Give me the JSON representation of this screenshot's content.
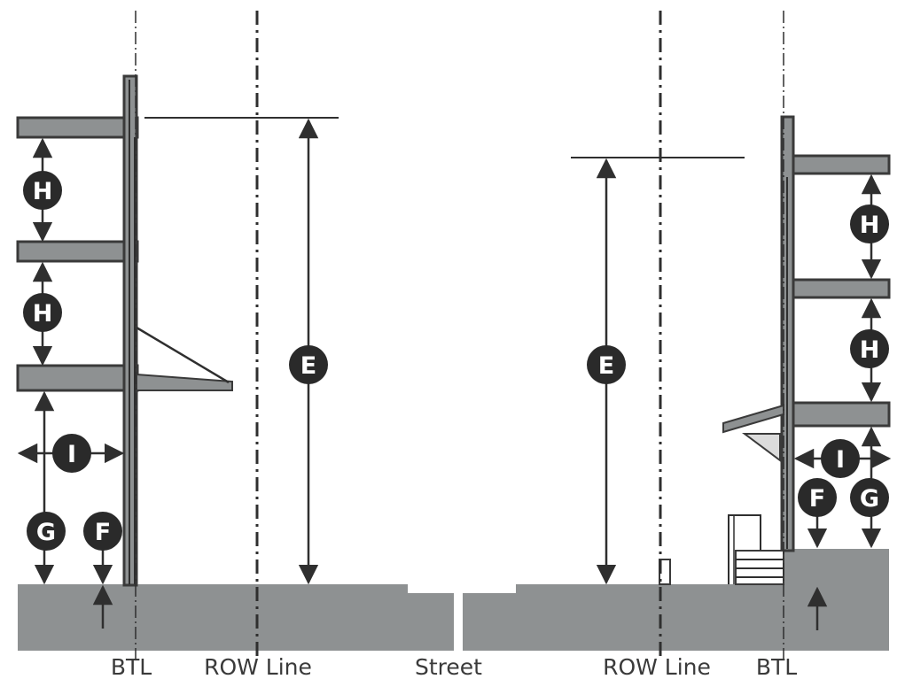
{
  "labels": {
    "btl_left": "BTL",
    "row_left": "ROW Line",
    "street": "Street",
    "row_right": "ROW Line",
    "btl_right": "BTL"
  },
  "markers": {
    "e": "E",
    "f": "F",
    "g": "G",
    "h": "H",
    "i": "I"
  },
  "colors": {
    "ground": "#8e9192",
    "ink": "#2f2f2f",
    "badge": "#2a2a2a"
  }
}
